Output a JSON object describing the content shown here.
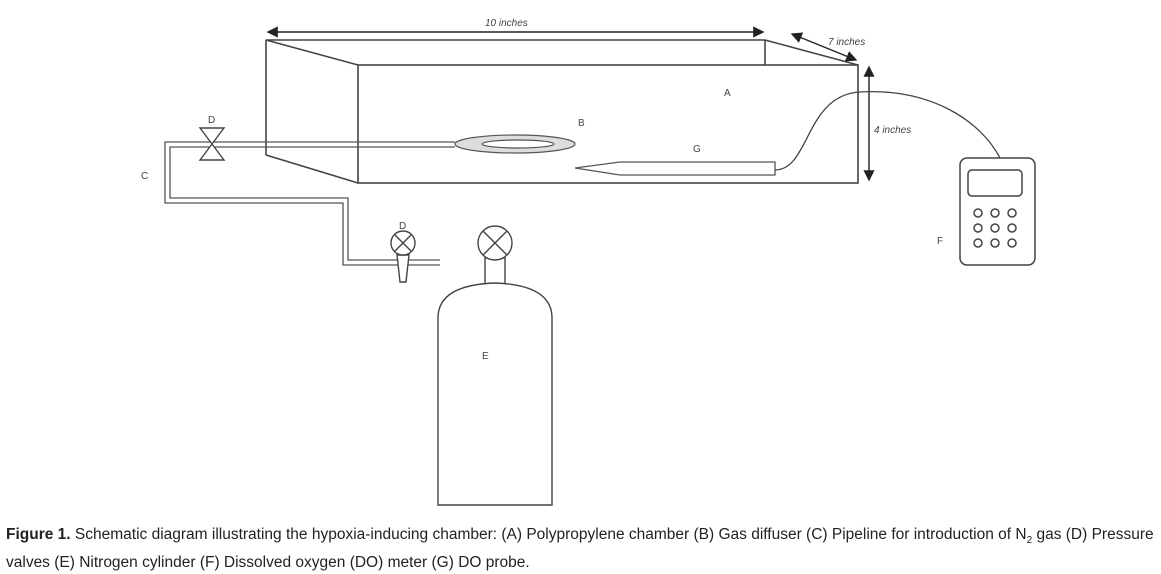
{
  "diagram": {
    "labels": {
      "A": "A",
      "B": "B",
      "C": "C",
      "D1": "D",
      "D2": "D",
      "E": "E",
      "F": "F",
      "G": "G"
    },
    "dimensions": {
      "length": "10 inches",
      "depth": "7 inches",
      "height": "4 inches"
    }
  },
  "caption": {
    "figure_label": "Figure 1.",
    "text_1": " Schematic diagram illustrating the hypoxia-inducing chamber: (A) Polypropylene chamber (B) Gas diffuser (C) Pipeline for introduction of N",
    "subscript": "2",
    "text_2": " gas (D) Pressure valves (E) Nitrogen cylinder (F) Dissolved oxygen (DO) meter (G) DO probe."
  }
}
